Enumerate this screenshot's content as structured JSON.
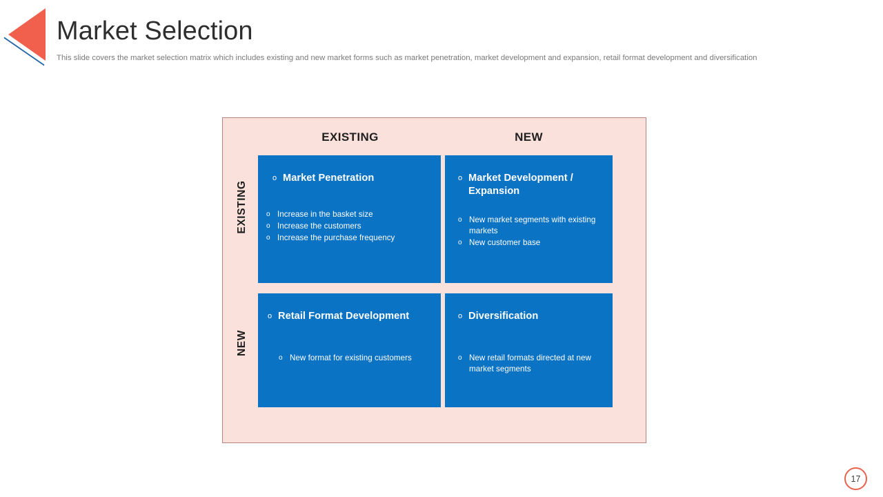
{
  "header": {
    "logo_icon": "left-triangle-logo",
    "title": "Market Selection",
    "subtitle": "This slide covers the market selection matrix which includes existing and new market forms such as market penetration, market development and expansion, retail format development and diversification"
  },
  "matrix": {
    "column_headers": [
      "EXISTING",
      "NEW"
    ],
    "row_headers": [
      "EXISTING",
      "NEW"
    ],
    "bullet_glyph": "o",
    "quadrants": [
      {
        "id": "market-penetration",
        "heading": "Market Penetration",
        "items": [
          "Increase in the basket size",
          "Increase the customers",
          "Increase the purchase frequency"
        ]
      },
      {
        "id": "market-development",
        "heading": "Market Development / Expansion",
        "items": [
          "New market segments with existing markets",
          "New customer base"
        ]
      },
      {
        "id": "retail-format-development",
        "heading": "Retail Format Development",
        "items": [
          "New format for existing customers"
        ]
      },
      {
        "id": "diversification",
        "heading": "Diversification",
        "items": [
          "New retail formats directed at new market segments"
        ]
      }
    ]
  },
  "footer": {
    "page_number": "17"
  },
  "colors": {
    "quadrant_blue": "#0b73c4",
    "matrix_background": "#fbe1dc",
    "matrix_border": "#b7837f",
    "accent_red": "#e8614d",
    "title_text": "#2e2e2e",
    "subtitle_text": "#7a7a7a"
  }
}
